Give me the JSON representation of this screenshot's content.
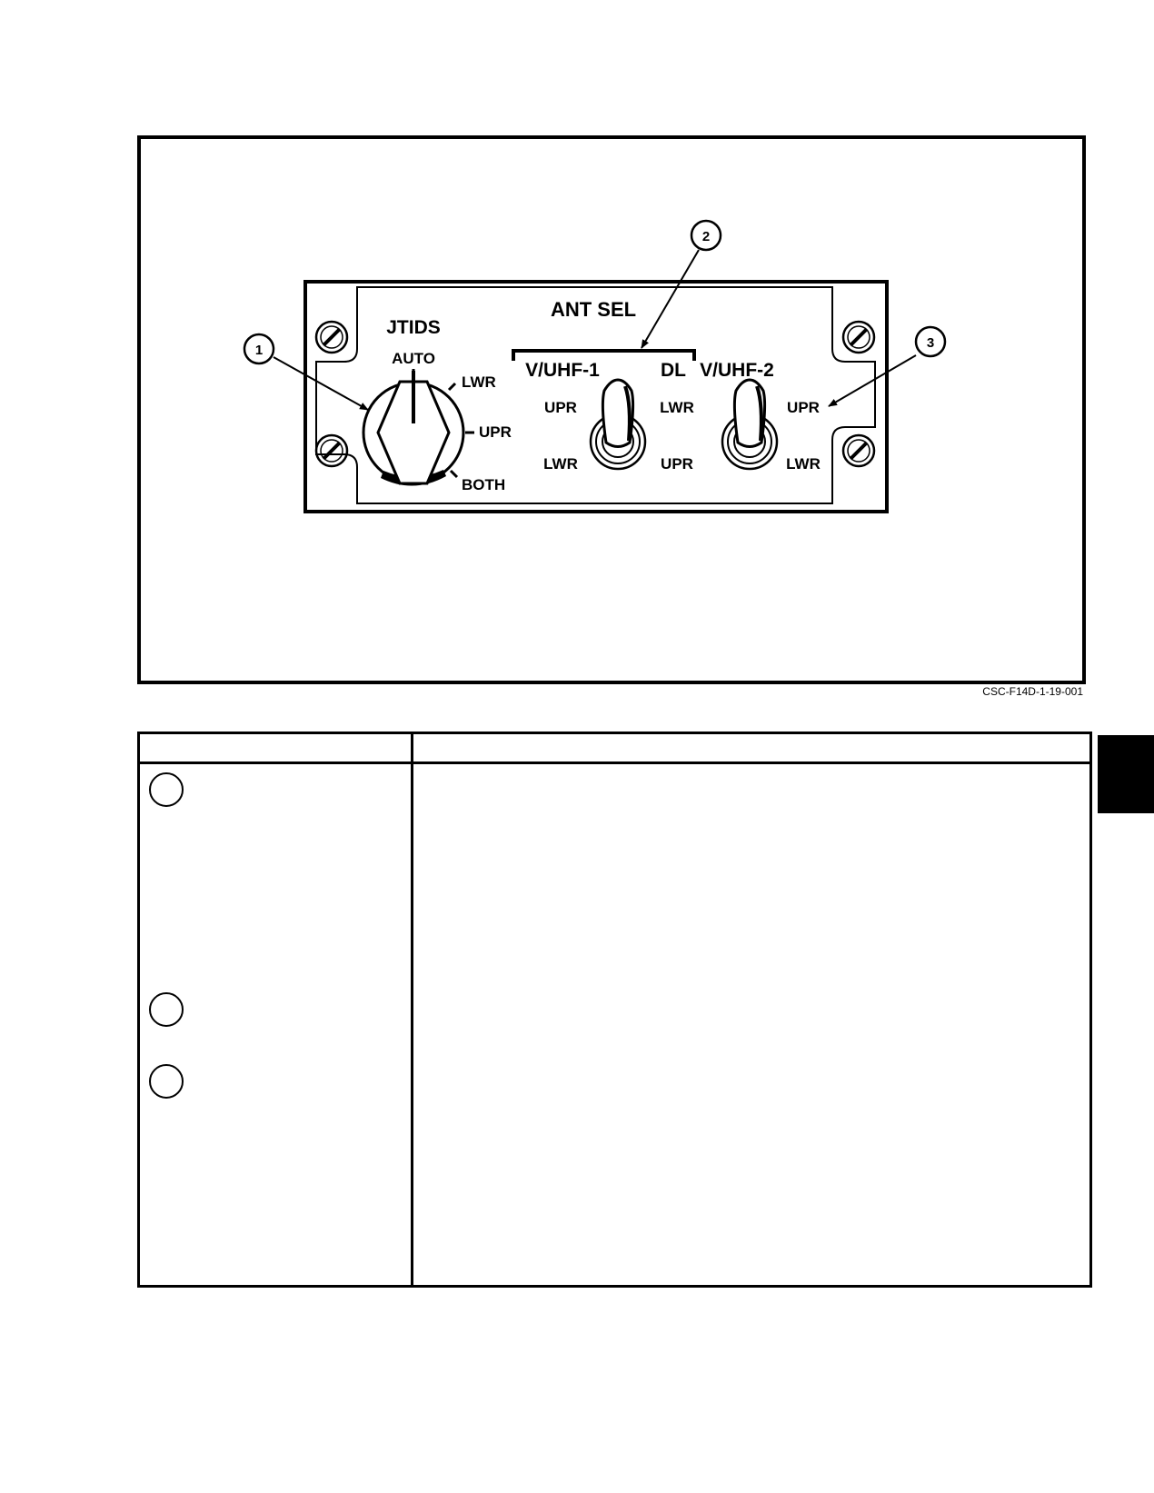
{
  "panel": {
    "title": "ANT SEL",
    "jtids": {
      "label": "JTIDS",
      "positions": [
        "AUTO",
        "LWR",
        "UPR",
        "BOTH"
      ]
    },
    "bracket_labels": {
      "left": "V/UHF-1",
      "right": "DL"
    },
    "switch_1": {
      "left_upper": "UPR",
      "left_lower": "LWR",
      "right_upper": "LWR",
      "right_lower": "UPR"
    },
    "switch_2": {
      "label": "V/UHF-2",
      "upper": "UPR",
      "lower": "LWR"
    }
  },
  "callouts": [
    "1",
    "2",
    "3"
  ],
  "figure_code": "CSC-F14D-1-19-001",
  "legend": {
    "header_left": "",
    "header_right": "",
    "items": [
      {
        "num": "",
        "text": ""
      },
      {
        "num": "",
        "text": ""
      },
      {
        "num": "",
        "text": ""
      }
    ]
  },
  "colors": {
    "ink": "#000000",
    "paper": "#ffffff",
    "side_tab": "#000000"
  }
}
